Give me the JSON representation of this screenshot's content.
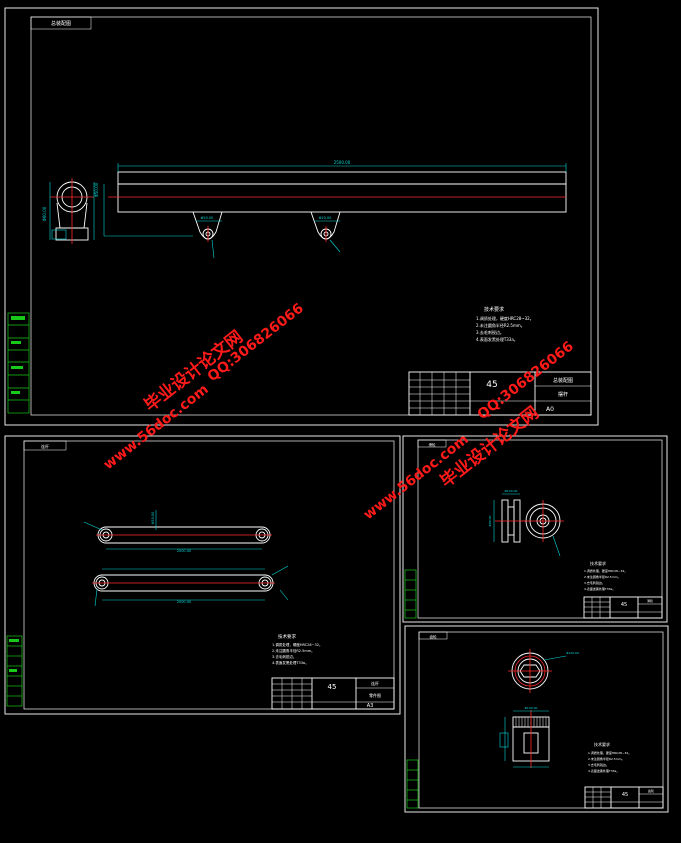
{
  "sheets": {
    "top": {
      "tag": "总装配图",
      "dim_length": "2500.00",
      "dim_left_h": "Φ60.00",
      "dim_left_w": "Φ50.00",
      "dim_lug_a": "Φ20.00",
      "dim_lug_b": "Φ20.00",
      "notes_title": "技术要求",
      "notes": [
        "1.调质处理，硬度HRC28~32。",
        "2.未注圆角半径R2.5mm。",
        "3.去毛刺锐边。",
        "4.表面发黑处理T33a。"
      ],
      "material": "45",
      "part": "总装配图",
      "part2": "摆杆",
      "scale": "A0"
    },
    "mid_left": {
      "tag": "连杆",
      "dim_len_a": "2000.00",
      "dim_len_b": "2000.00",
      "dim_dia": "Φ50.00",
      "notes_title": "技术要求",
      "notes": [
        "1.调质处理，硬度HRC28~32。",
        "2.未注圆角半径R2.5mm。",
        "3.去毛刺锐边。",
        "4.表面发黑处理T33a。"
      ],
      "material": "45",
      "part": "连杆",
      "part2": "零件图",
      "scale": "A3"
    },
    "mid_right": {
      "tag": "滑轮",
      "dim_a": "Φ100.00",
      "dim_b": "Φ80.00",
      "notes_title": "技术要求",
      "notes": [
        "1.调质处理，硬度HRC28~32。",
        "2.未注圆角半径R2.5mm。",
        "3.去毛刺锐边。",
        "4.表面发黑处理T33a。"
      ],
      "material": "45",
      "part": "滑轮"
    },
    "bottom_right": {
      "tag": "齿轮",
      "dim_a": "Φ120.00",
      "dim_b": "Φ100.00",
      "notes_title": "技术要求",
      "notes": [
        "1.调质处理，硬度HRC28~32。",
        "2.未注圆角半径R2.5mm。",
        "3.去毛刺锐边。",
        "4.表面发黑处理T33a。"
      ],
      "material": "45",
      "part": "齿轮"
    }
  },
  "watermarks": {
    "brand": "毕业设计论文网",
    "site": "www.56doc.com",
    "qq": "QQ:306826066"
  },
  "colors": {
    "red": "#ff2a2a",
    "cyan": "#00d8d8",
    "green": "#19c919",
    "line": "#ffffff",
    "background": "#000000"
  }
}
